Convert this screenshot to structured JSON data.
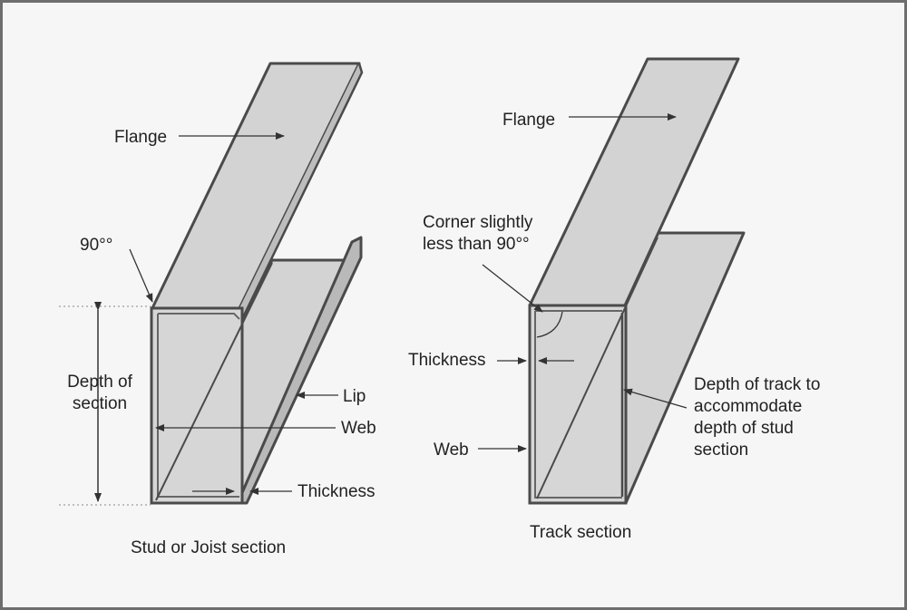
{
  "stud": {
    "flange": "Flange",
    "angle": "90°°",
    "depth_line1": "Depth of",
    "depth_line2": "section",
    "lip": "Lip",
    "web": "Web",
    "thickness": "Thickness",
    "caption": "Stud or Joist section"
  },
  "track": {
    "flange": "Flange",
    "corner_line1": "Corner slightly",
    "corner_line2": "less than 90°°",
    "thickness": "Thickness",
    "web": "Web",
    "depth_line1": "Depth of track to",
    "depth_line2": "accommodate",
    "depth_line3": "depth of stud",
    "depth_line4": "section",
    "caption": "Track section"
  },
  "colors": {
    "background": "#f6f6f6",
    "border": "#6e6e6e",
    "steel_fill": "#d3d3d3",
    "outline": "#4a4a4a"
  }
}
